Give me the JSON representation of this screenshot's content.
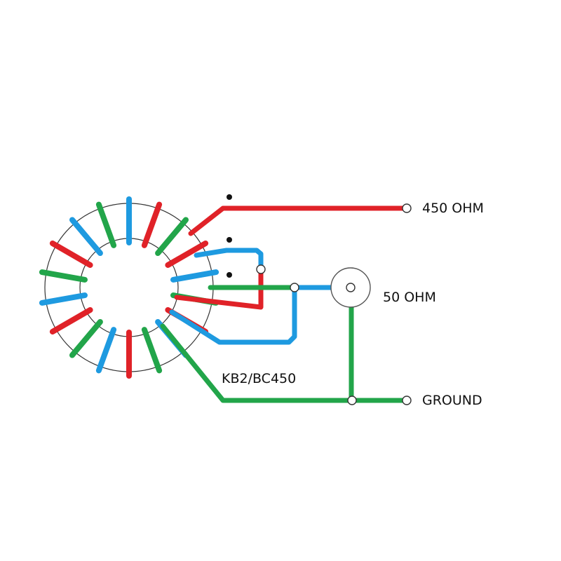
{
  "labels": {
    "high_impedance": "450 OHM",
    "low_impedance": "50 OHM",
    "ground": "GROUND",
    "core": "KB2/BC450"
  },
  "colors": {
    "winding_red": "#e02228",
    "winding_blue": "#1e9ae0",
    "winding_green": "#22a54a",
    "core_outline": "#333333",
    "background": "#ffffff"
  },
  "windings": {
    "color_sequence": [
      "blue",
      "red",
      "green",
      "red",
      "blue",
      "green",
      "red",
      "blue",
      "green",
      "red",
      "blue",
      "green",
      "red",
      "blue",
      "green",
      "red",
      "blue",
      "green"
    ],
    "turns_total": 18
  }
}
